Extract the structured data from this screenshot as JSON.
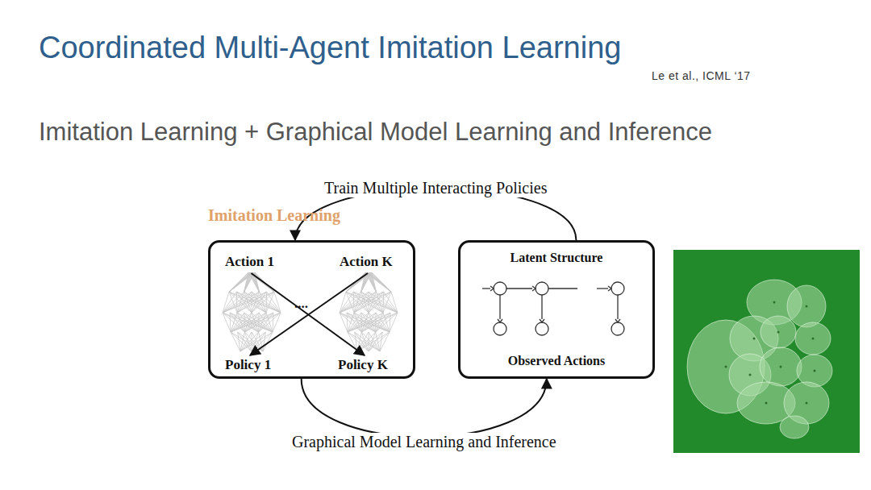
{
  "diagram": {
    "title": "Coordinated Multi-Agent Imitation Learning",
    "nodes": [
      {
        "text": [
          "...."
        ]
      },
      {
        "text": [
          "Action 1"
        ],
        "in": 0
      },
      {
        "text": [
          "Action K"
        ],
        "in": 0
      },
      {
        "text": [
          "Policy 1"
        ],
        "in": 0
      },
      {
        "text": [
          "Policy K"
        ],
        "in": 0
      },
      {
        "text": [
          "Latent Structure",
          "Observed Actions"
        ]
      }
    ],
    "edges": [
      {
        "from": 1,
        "to": 4,
        "arrow": "to"
      },
      {
        "from": 2,
        "to": 3,
        "arrow": "to"
      },
      {
        "from": 5,
        "to": 0,
        "label": "Train Multiple Interacting Policies",
        "arrow": "to"
      },
      {
        "from": 0,
        "to": 5,
        "label": "Graphical Model Learning and Inference",
        "arrow": "to"
      }
    ],
    "labels": [
      "Le et al., ICML ‘17",
      "Imitation Learning + Graphical Model Learning and Inference",
      "Imitation Learning"
    ]
  }
}
